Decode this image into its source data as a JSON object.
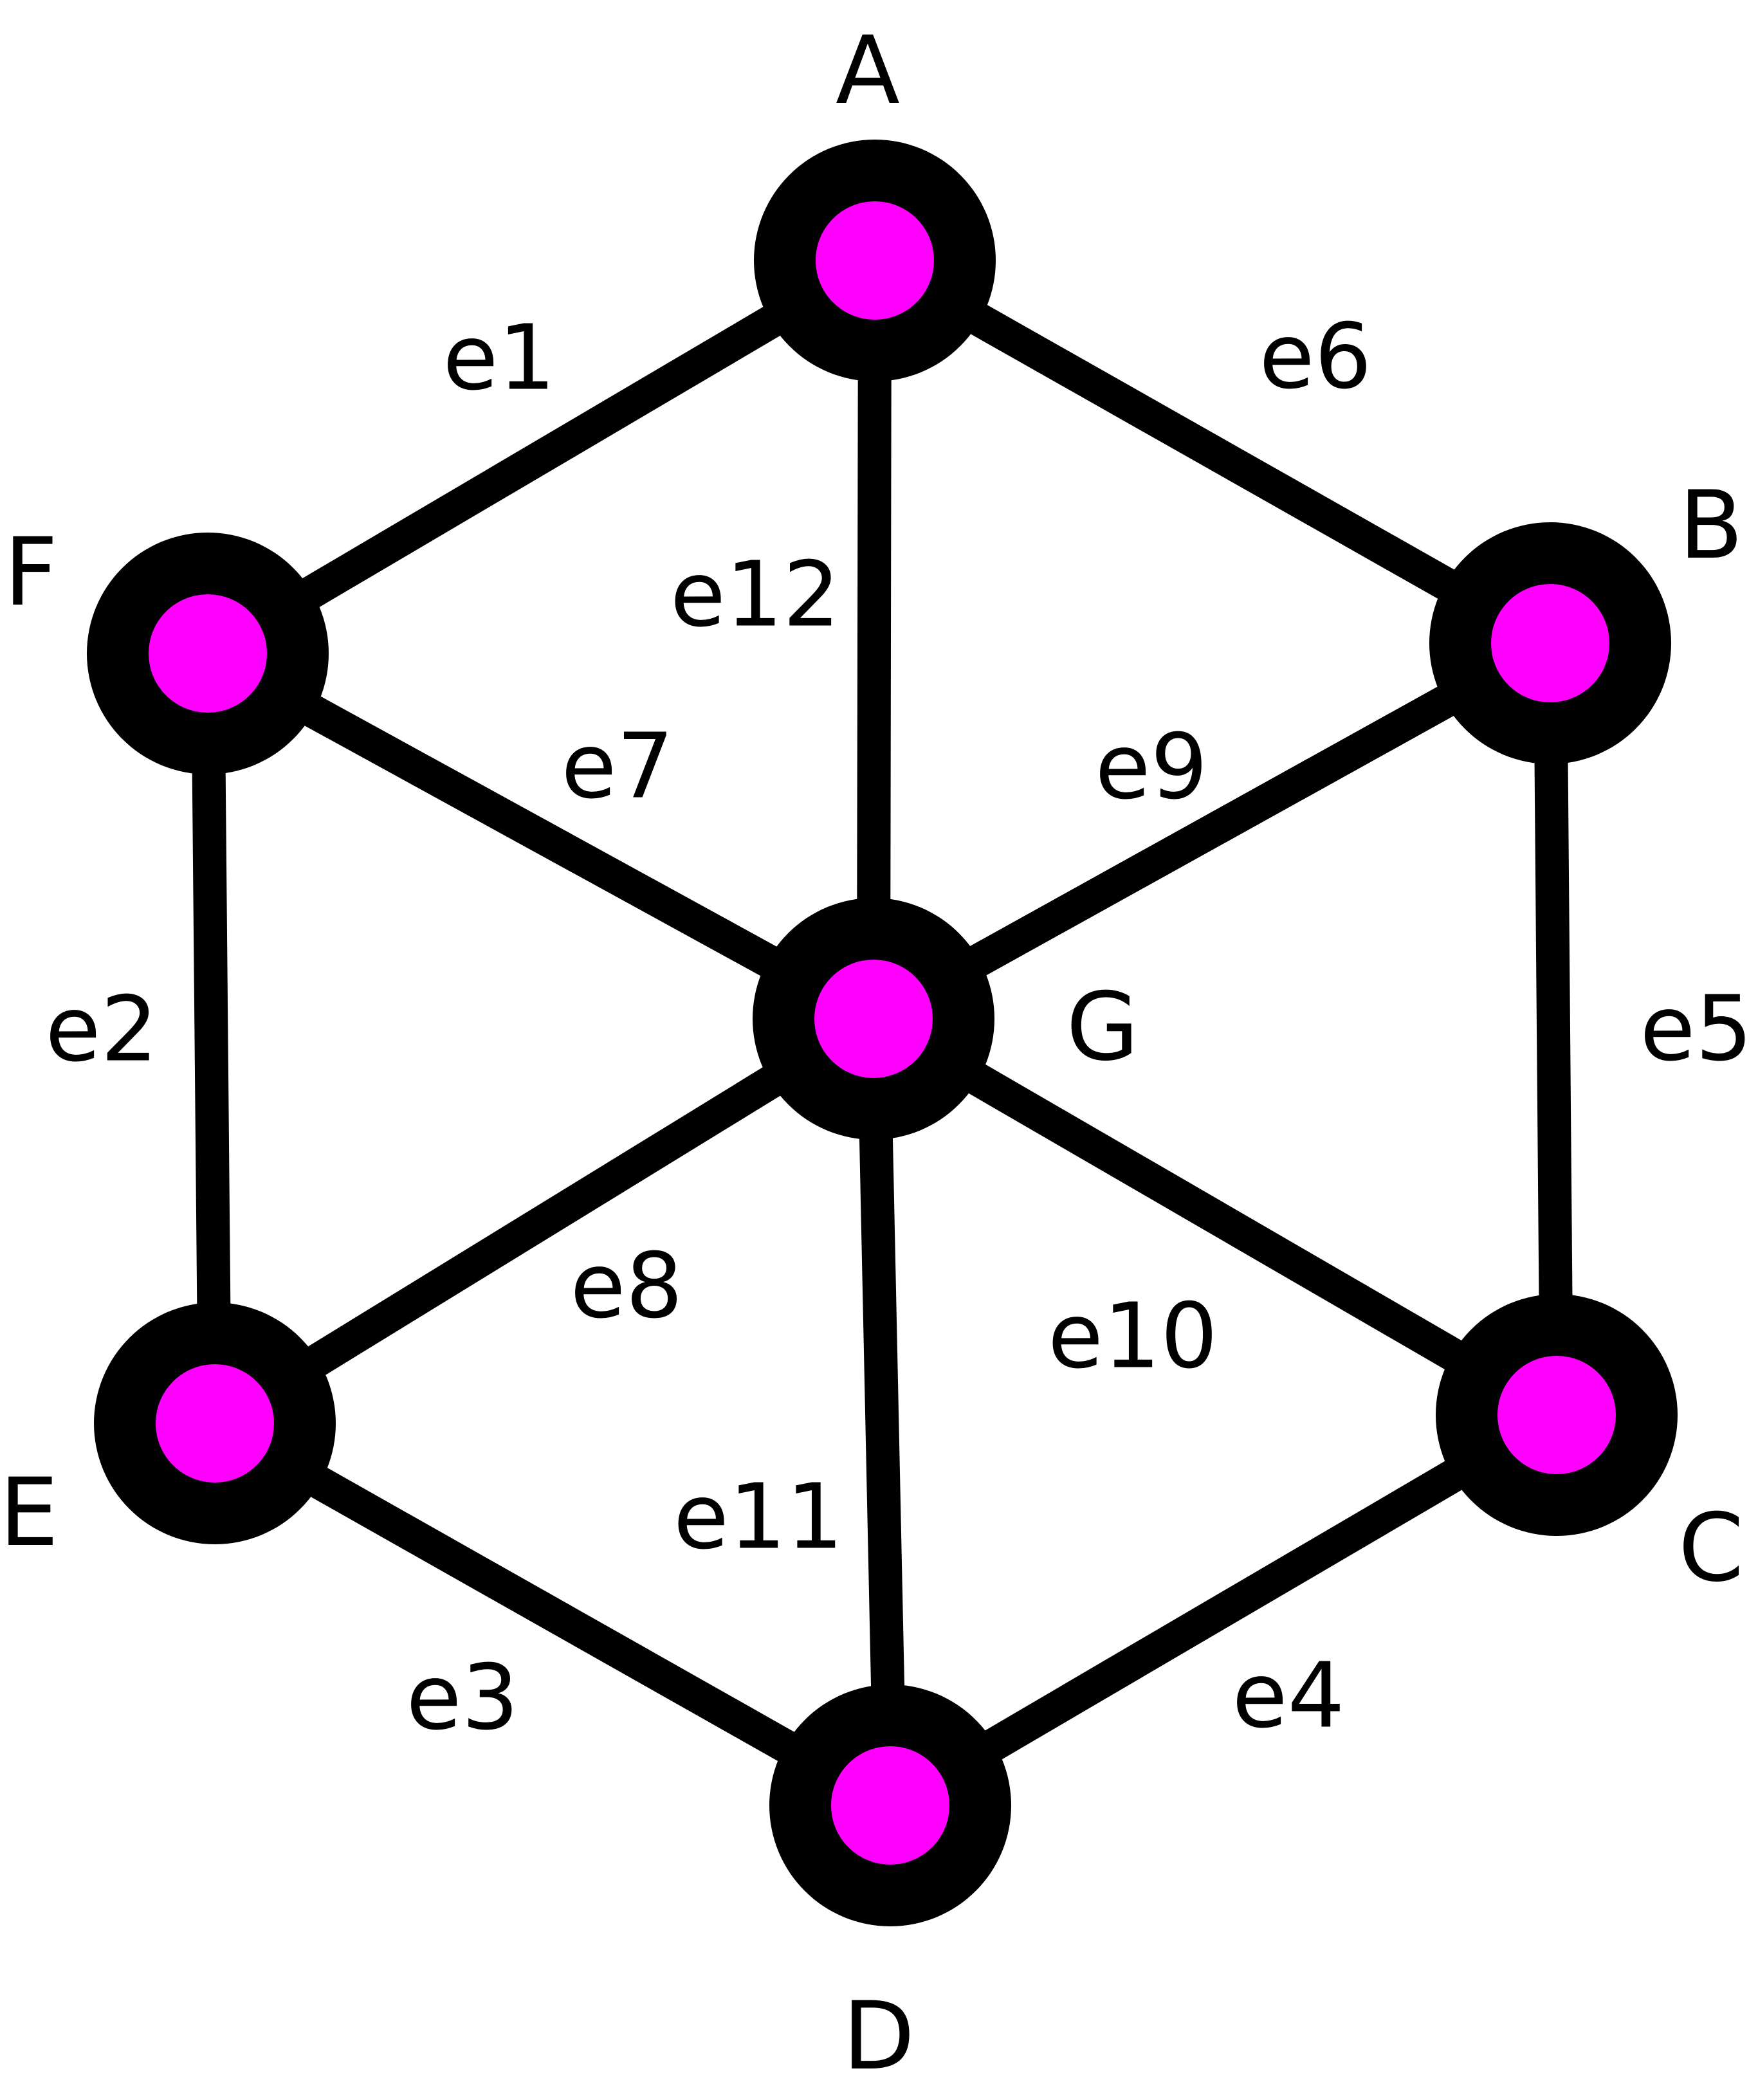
{
  "graph": {
    "colors": {
      "edge": "#000000",
      "node_ring": "#000000",
      "node_fill": "#ff00ff",
      "text": "#000000"
    },
    "nodes": [
      {
        "id": "A",
        "label": "A"
      },
      {
        "id": "B",
        "label": "B"
      },
      {
        "id": "C",
        "label": "C"
      },
      {
        "id": "D",
        "label": "D"
      },
      {
        "id": "E",
        "label": "E"
      },
      {
        "id": "F",
        "label": "F"
      },
      {
        "id": "G",
        "label": "G"
      }
    ],
    "edges": [
      {
        "id": "e1",
        "label": "e1",
        "from": "A",
        "to": "F"
      },
      {
        "id": "e2",
        "label": "e2",
        "from": "F",
        "to": "E"
      },
      {
        "id": "e3",
        "label": "e3",
        "from": "E",
        "to": "D"
      },
      {
        "id": "e4",
        "label": "e4",
        "from": "D",
        "to": "C"
      },
      {
        "id": "e5",
        "label": "e5",
        "from": "B",
        "to": "C"
      },
      {
        "id": "e6",
        "label": "e6",
        "from": "A",
        "to": "B"
      },
      {
        "id": "e7",
        "label": "e7",
        "from": "F",
        "to": "G"
      },
      {
        "id": "e8",
        "label": "e8",
        "from": "E",
        "to": "G"
      },
      {
        "id": "e9",
        "label": "e9",
        "from": "B",
        "to": "G"
      },
      {
        "id": "e10",
        "label": "e10",
        "from": "G",
        "to": "C"
      },
      {
        "id": "e11",
        "label": "e11",
        "from": "G",
        "to": "D"
      },
      {
        "id": "e12",
        "label": "e12",
        "from": "A",
        "to": "G"
      }
    ]
  }
}
